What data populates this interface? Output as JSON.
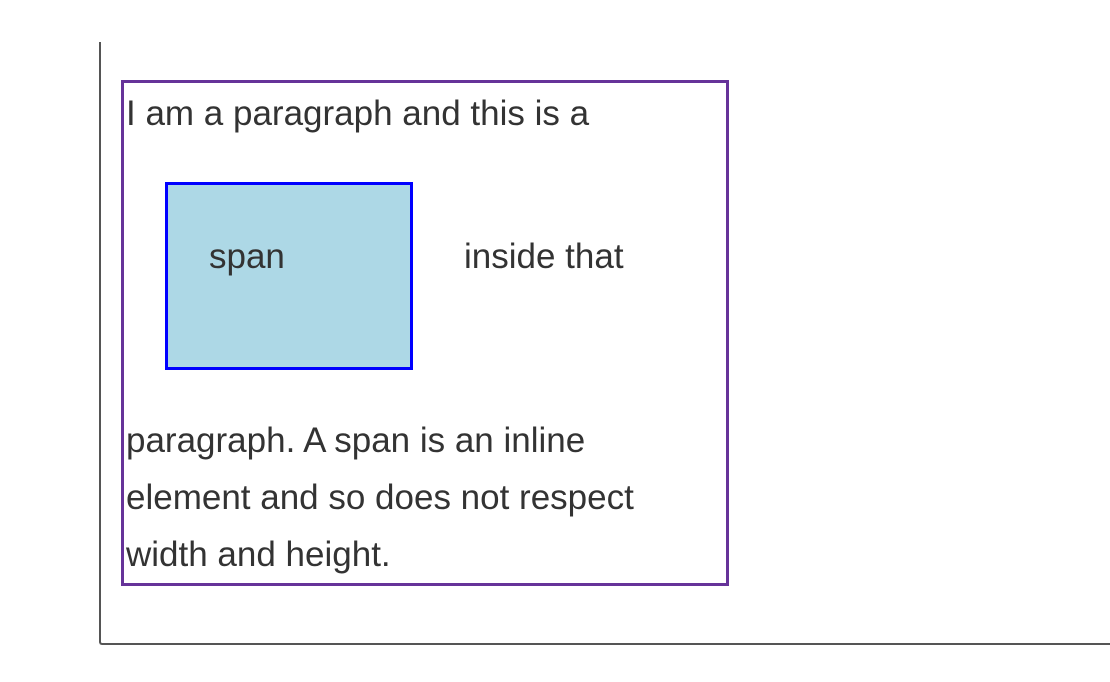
{
  "paragraph": {
    "line1": "I am a paragraph and this is a",
    "span_text": "span",
    "line2_after": "inside that",
    "line3": "paragraph. A span is an inline",
    "line4": "element and so does not respect",
    "line5": "width and height."
  },
  "colors": {
    "paragraph_border": "#663399",
    "span_background": "#add8e6",
    "span_border": "#0000ff",
    "text": "#333333",
    "frame_border": "#555555"
  }
}
